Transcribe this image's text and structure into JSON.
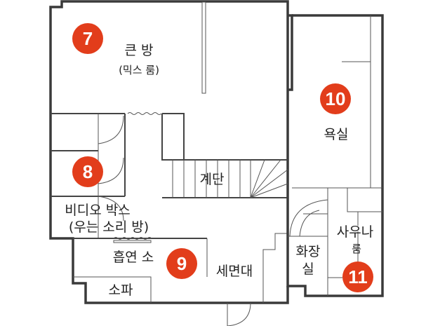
{
  "title": "Floor plan",
  "accent_color": "#e23d1b",
  "rooms": [
    {
      "number": "7",
      "name": "큰 방",
      "subtitle": "(믹스 룸)"
    },
    {
      "number": "8",
      "name": "비디오 박스",
      "subtitle": "(우는 소리 방)"
    },
    {
      "number": "9",
      "name": "흡연 소"
    },
    {
      "number": "10",
      "name": "욕실"
    },
    {
      "number": "11",
      "name": "사우나",
      "subtitle": "룸"
    }
  ],
  "areas": {
    "stairs": "계단",
    "sofa": "소파",
    "washstand": "세면대",
    "toilet_line1": "화장",
    "toilet_line2": "실"
  }
}
